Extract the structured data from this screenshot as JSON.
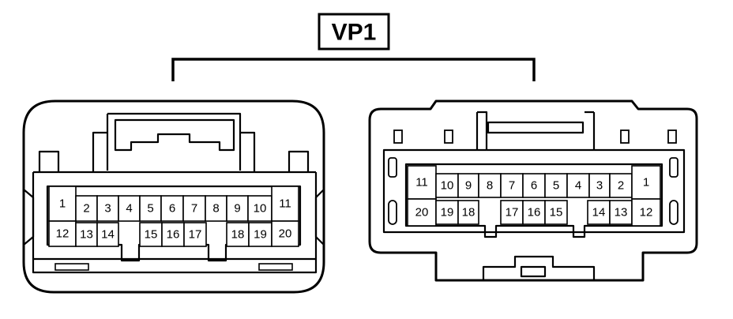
{
  "connector": {
    "title": "VP1",
    "left_pins": {
      "top": [
        "1",
        "2",
        "3",
        "4",
        "5",
        "6",
        "7",
        "8",
        "9",
        "10",
        "11"
      ],
      "bottom": [
        "12",
        "13",
        "14",
        "15",
        "16",
        "17",
        "18",
        "19",
        "20"
      ]
    },
    "right_pins": {
      "top": [
        "11",
        "10",
        "9",
        "8",
        "7",
        "6",
        "5",
        "4",
        "3",
        "2",
        "1"
      ],
      "bottom": [
        "20",
        "19",
        "18",
        "17",
        "16",
        "15",
        "14",
        "13",
        "12"
      ]
    }
  }
}
